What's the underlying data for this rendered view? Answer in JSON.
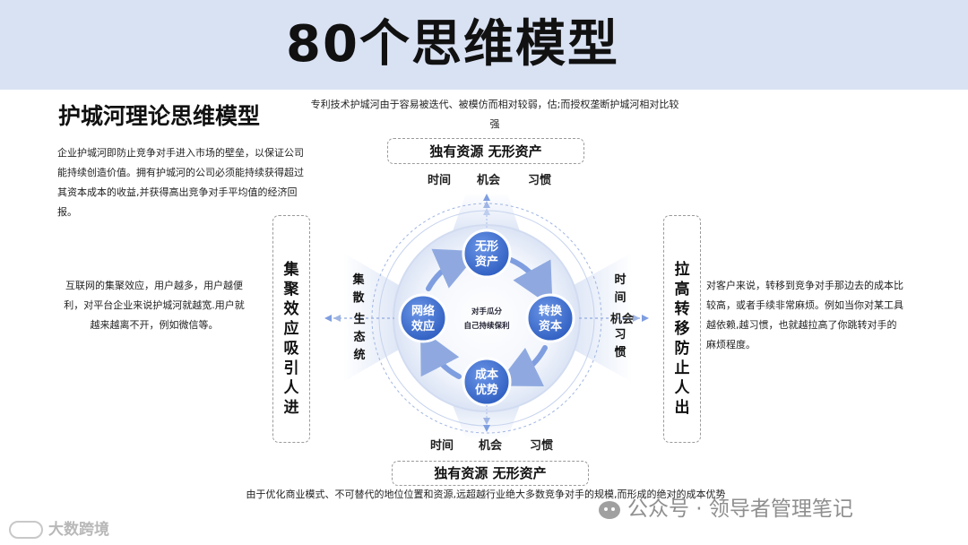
{
  "banner": {
    "title": "80个思维模型"
  },
  "section_title": "护城河理论思维模型",
  "intro": "企业护城河即防止竞争对手进入市场的壁垒，以保证公司能持续创造价值。拥有护城河的公司必须能持续获得超过其资本成本的收益,并获得高出竞争对手平均值的经济回报。",
  "top_note": "专利技术护城河由于容易被迭代、被模仿而相对较弱，估;而授权垄断护城河相对比较强",
  "left_text": "互联网的集聚效应，用户越多，用户越便利，对平台企业来说护城河就越宽.用户就越来越离不开，例如微信等。",
  "right_text": "对客户来说，转移到竞争对手那边去的成本比较高，或者手续非常麻烦。例如当你对某工具越依赖,越习惯，也就越拉高了你跳转对手的麻烦程度。",
  "bottom_note": "由于优化商业模式、不可替代的地位位置和资源,远超越行业绝大多数竞争对手的规模,而形成的绝对的成本优势",
  "top_box": "独有资源 无形资产",
  "bottom_box": "独有资源 无形资产",
  "left_box": [
    "集",
    "聚",
    "效",
    "应",
    "吸",
    "引",
    "人",
    "进"
  ],
  "right_box": [
    "拉",
    "高",
    "转",
    "移",
    "防",
    "止",
    "人",
    "出"
  ],
  "top_labels": {
    "a": "时间",
    "b": "机会",
    "c": "习惯"
  },
  "bottom_labels": {
    "a": "时间",
    "b": "机会",
    "c": "习惯"
  },
  "left_inner": {
    "col1": [
      "集",
      "散"
    ],
    "col2": [
      "生",
      "态",
      "统"
    ]
  },
  "right_inner": {
    "col1": [
      "时",
      "间"
    ],
    "col2_top": "机会",
    "col2": [
      "习",
      "惯"
    ]
  },
  "nodes": {
    "top": "无形\n资产",
    "right": "转换\n资本",
    "bottom": "成本\n优势",
    "left": "网络\n效应"
  },
  "center": {
    "line1": "对手瓜分",
    "line2": "自己持续保利"
  },
  "watermark": {
    "right": "公众号 · 领导者管理笔记",
    "left": "大数跨境"
  },
  "colors": {
    "node": "#3a6fd1",
    "node_dark": "#2a57b5",
    "ring": "#dfe7f6",
    "arrow": "#a9bde6",
    "banner": "#d9e2f3"
  }
}
